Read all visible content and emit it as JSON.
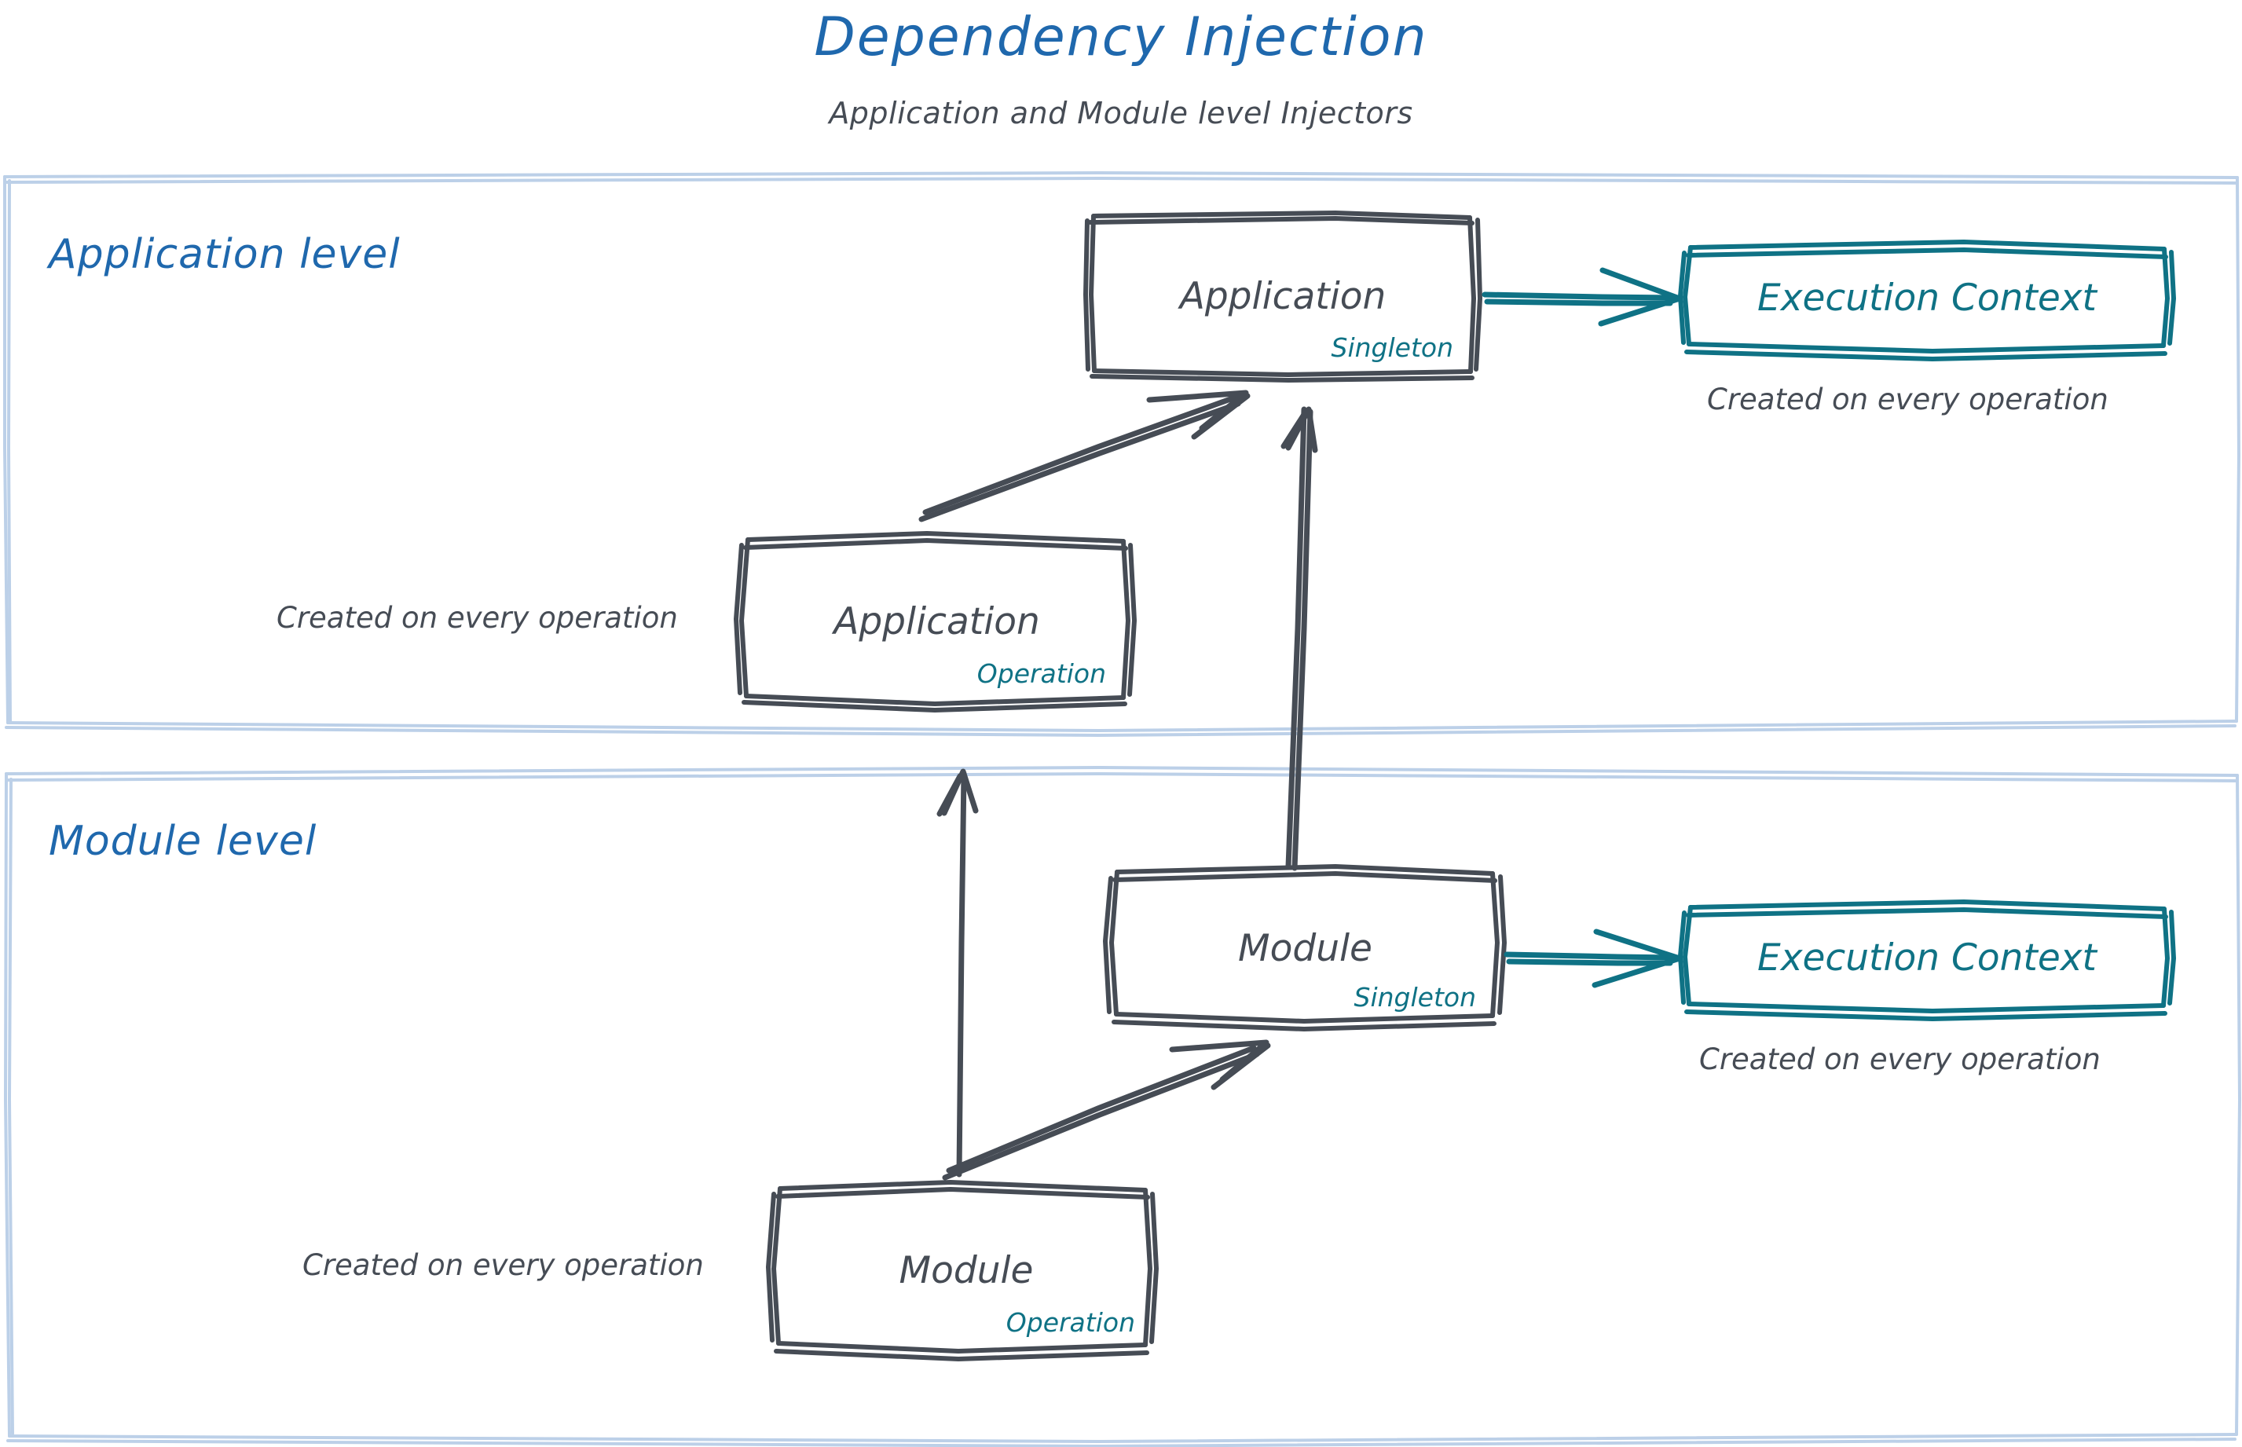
{
  "header": {
    "title": "Dependency Injection",
    "subtitle": "Application and Module level Injectors"
  },
  "colors": {
    "title_blue": "#1F68AD",
    "level_blue": "#1F68AD",
    "container_border": "#BCD0E8",
    "sketch_dark": "#464C55",
    "accent_teal": "#0F7285",
    "background": "#FFFFFF"
  },
  "containers": [
    {
      "id": "application-level",
      "label": "Application level"
    },
    {
      "id": "module-level",
      "label": "Module level"
    }
  ],
  "nodes": [
    {
      "id": "application-singleton",
      "title": "Application",
      "tag": "Singleton",
      "style": "dark"
    },
    {
      "id": "application-operation",
      "title": "Application",
      "tag": "Operation",
      "style": "dark"
    },
    {
      "id": "module-singleton",
      "title": "Module",
      "tag": "Singleton",
      "style": "dark"
    },
    {
      "id": "module-operation",
      "title": "Module",
      "tag": "Operation",
      "style": "dark"
    },
    {
      "id": "execution-context-application",
      "title": "Execution Context",
      "tag": "",
      "style": "teal"
    },
    {
      "id": "execution-context-module",
      "title": "Execution Context",
      "tag": "",
      "style": "teal"
    }
  ],
  "notes": [
    {
      "id": "note-exec-ctx-application",
      "text": "Created on every operation"
    },
    {
      "id": "note-application-operation",
      "text": "Created on every operation"
    },
    {
      "id": "note-exec-ctx-module",
      "text": "Created on every operation"
    },
    {
      "id": "note-module-operation",
      "text": "Created on every operation"
    }
  ],
  "edges": [
    {
      "id": "edge-application-to-execution-context",
      "from": "application-singleton",
      "to": "execution-context-application",
      "color": "teal",
      "kind": "arrow"
    },
    {
      "id": "edge-module-to-execution-context",
      "from": "module-singleton",
      "to": "execution-context-module",
      "color": "teal",
      "kind": "arrow"
    },
    {
      "id": "edge-application-operation-to-application-singleton",
      "from": "application-operation",
      "to": "application-singleton",
      "color": "dark",
      "kind": "arrow"
    },
    {
      "id": "edge-module-singleton-to-application-singleton",
      "from": "module-singleton",
      "to": "application-singleton",
      "color": "dark",
      "kind": "arrow"
    },
    {
      "id": "edge-module-operation-to-application-operation",
      "from": "module-operation",
      "to": "application-operation",
      "color": "dark",
      "kind": "arrow"
    },
    {
      "id": "edge-module-operation-to-module-singleton",
      "from": "module-operation",
      "to": "module-singleton",
      "color": "dark",
      "kind": "arrow"
    }
  ]
}
